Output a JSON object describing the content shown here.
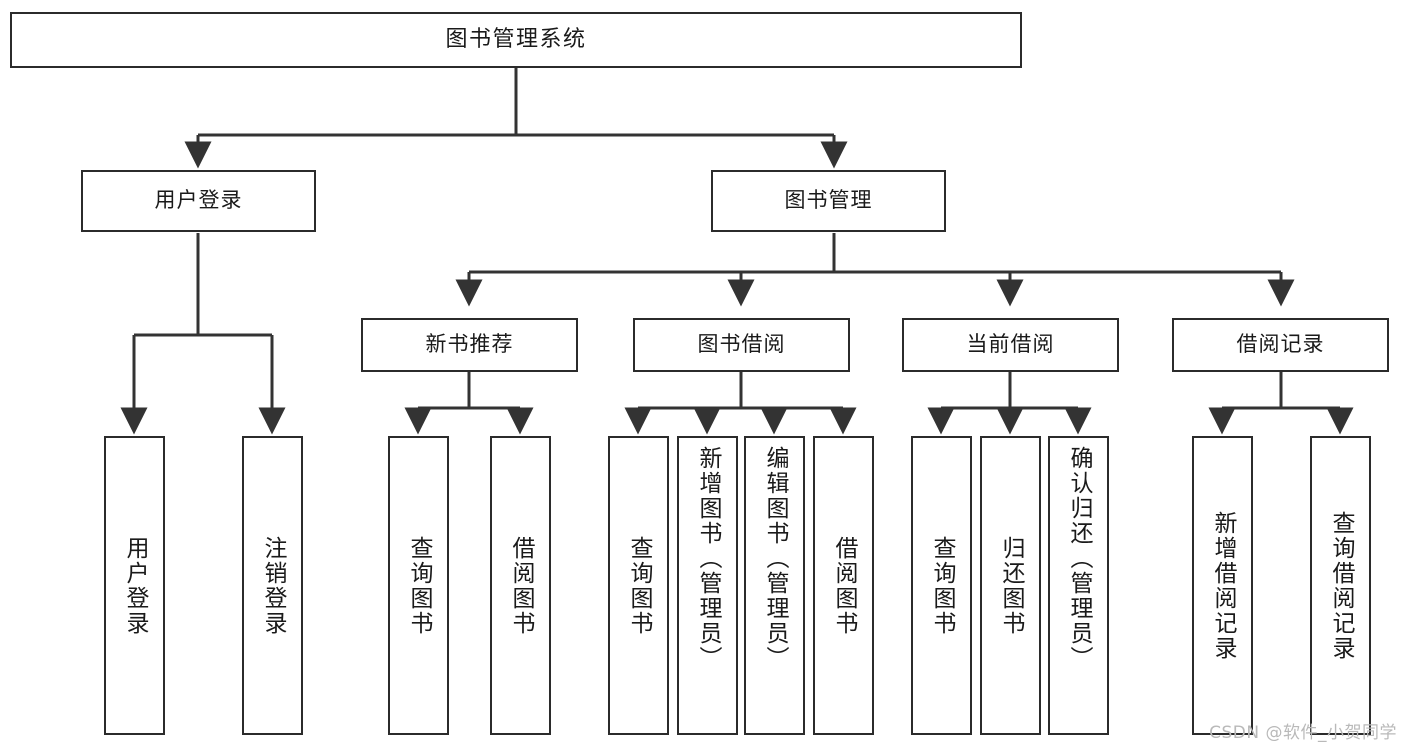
{
  "diagram": {
    "title": "图书管理系统",
    "type": "tree",
    "watermark": "CSDN @软件_小贺同学",
    "colors": {
      "box_border": "#2b2b2b",
      "box_fill": "#ffffff",
      "connector": "#333333",
      "text": "#1a1a1a",
      "watermark": "#b9b9b9"
    },
    "nodes": {
      "root": {
        "label": "图书管理系统"
      },
      "level2": [
        {
          "label": "用户登录"
        },
        {
          "label": "图书管理"
        }
      ],
      "level3": [
        {
          "label": "新书推荐"
        },
        {
          "label": "图书借阅"
        },
        {
          "label": "当前借阅"
        },
        {
          "label": "借阅记录"
        }
      ],
      "leaves": {
        "user_login": [
          {
            "label": "用户登录"
          },
          {
            "label": "注销登录"
          }
        ],
        "new_book_recommend": [
          {
            "label": "查询图书"
          },
          {
            "label": "借阅图书"
          }
        ],
        "book_borrow": [
          {
            "label": "查询图书"
          },
          {
            "label": "新增图书（管理员）"
          },
          {
            "label": "编辑图书（管理员）"
          },
          {
            "label": "借阅图书"
          }
        ],
        "current_borrow": [
          {
            "label": "查询图书"
          },
          {
            "label": "归还图书"
          },
          {
            "label": "确认归还（管理员）"
          }
        ],
        "borrow_record": [
          {
            "label": "新增借阅记录"
          },
          {
            "label": "查询借阅记录"
          }
        ]
      }
    }
  }
}
